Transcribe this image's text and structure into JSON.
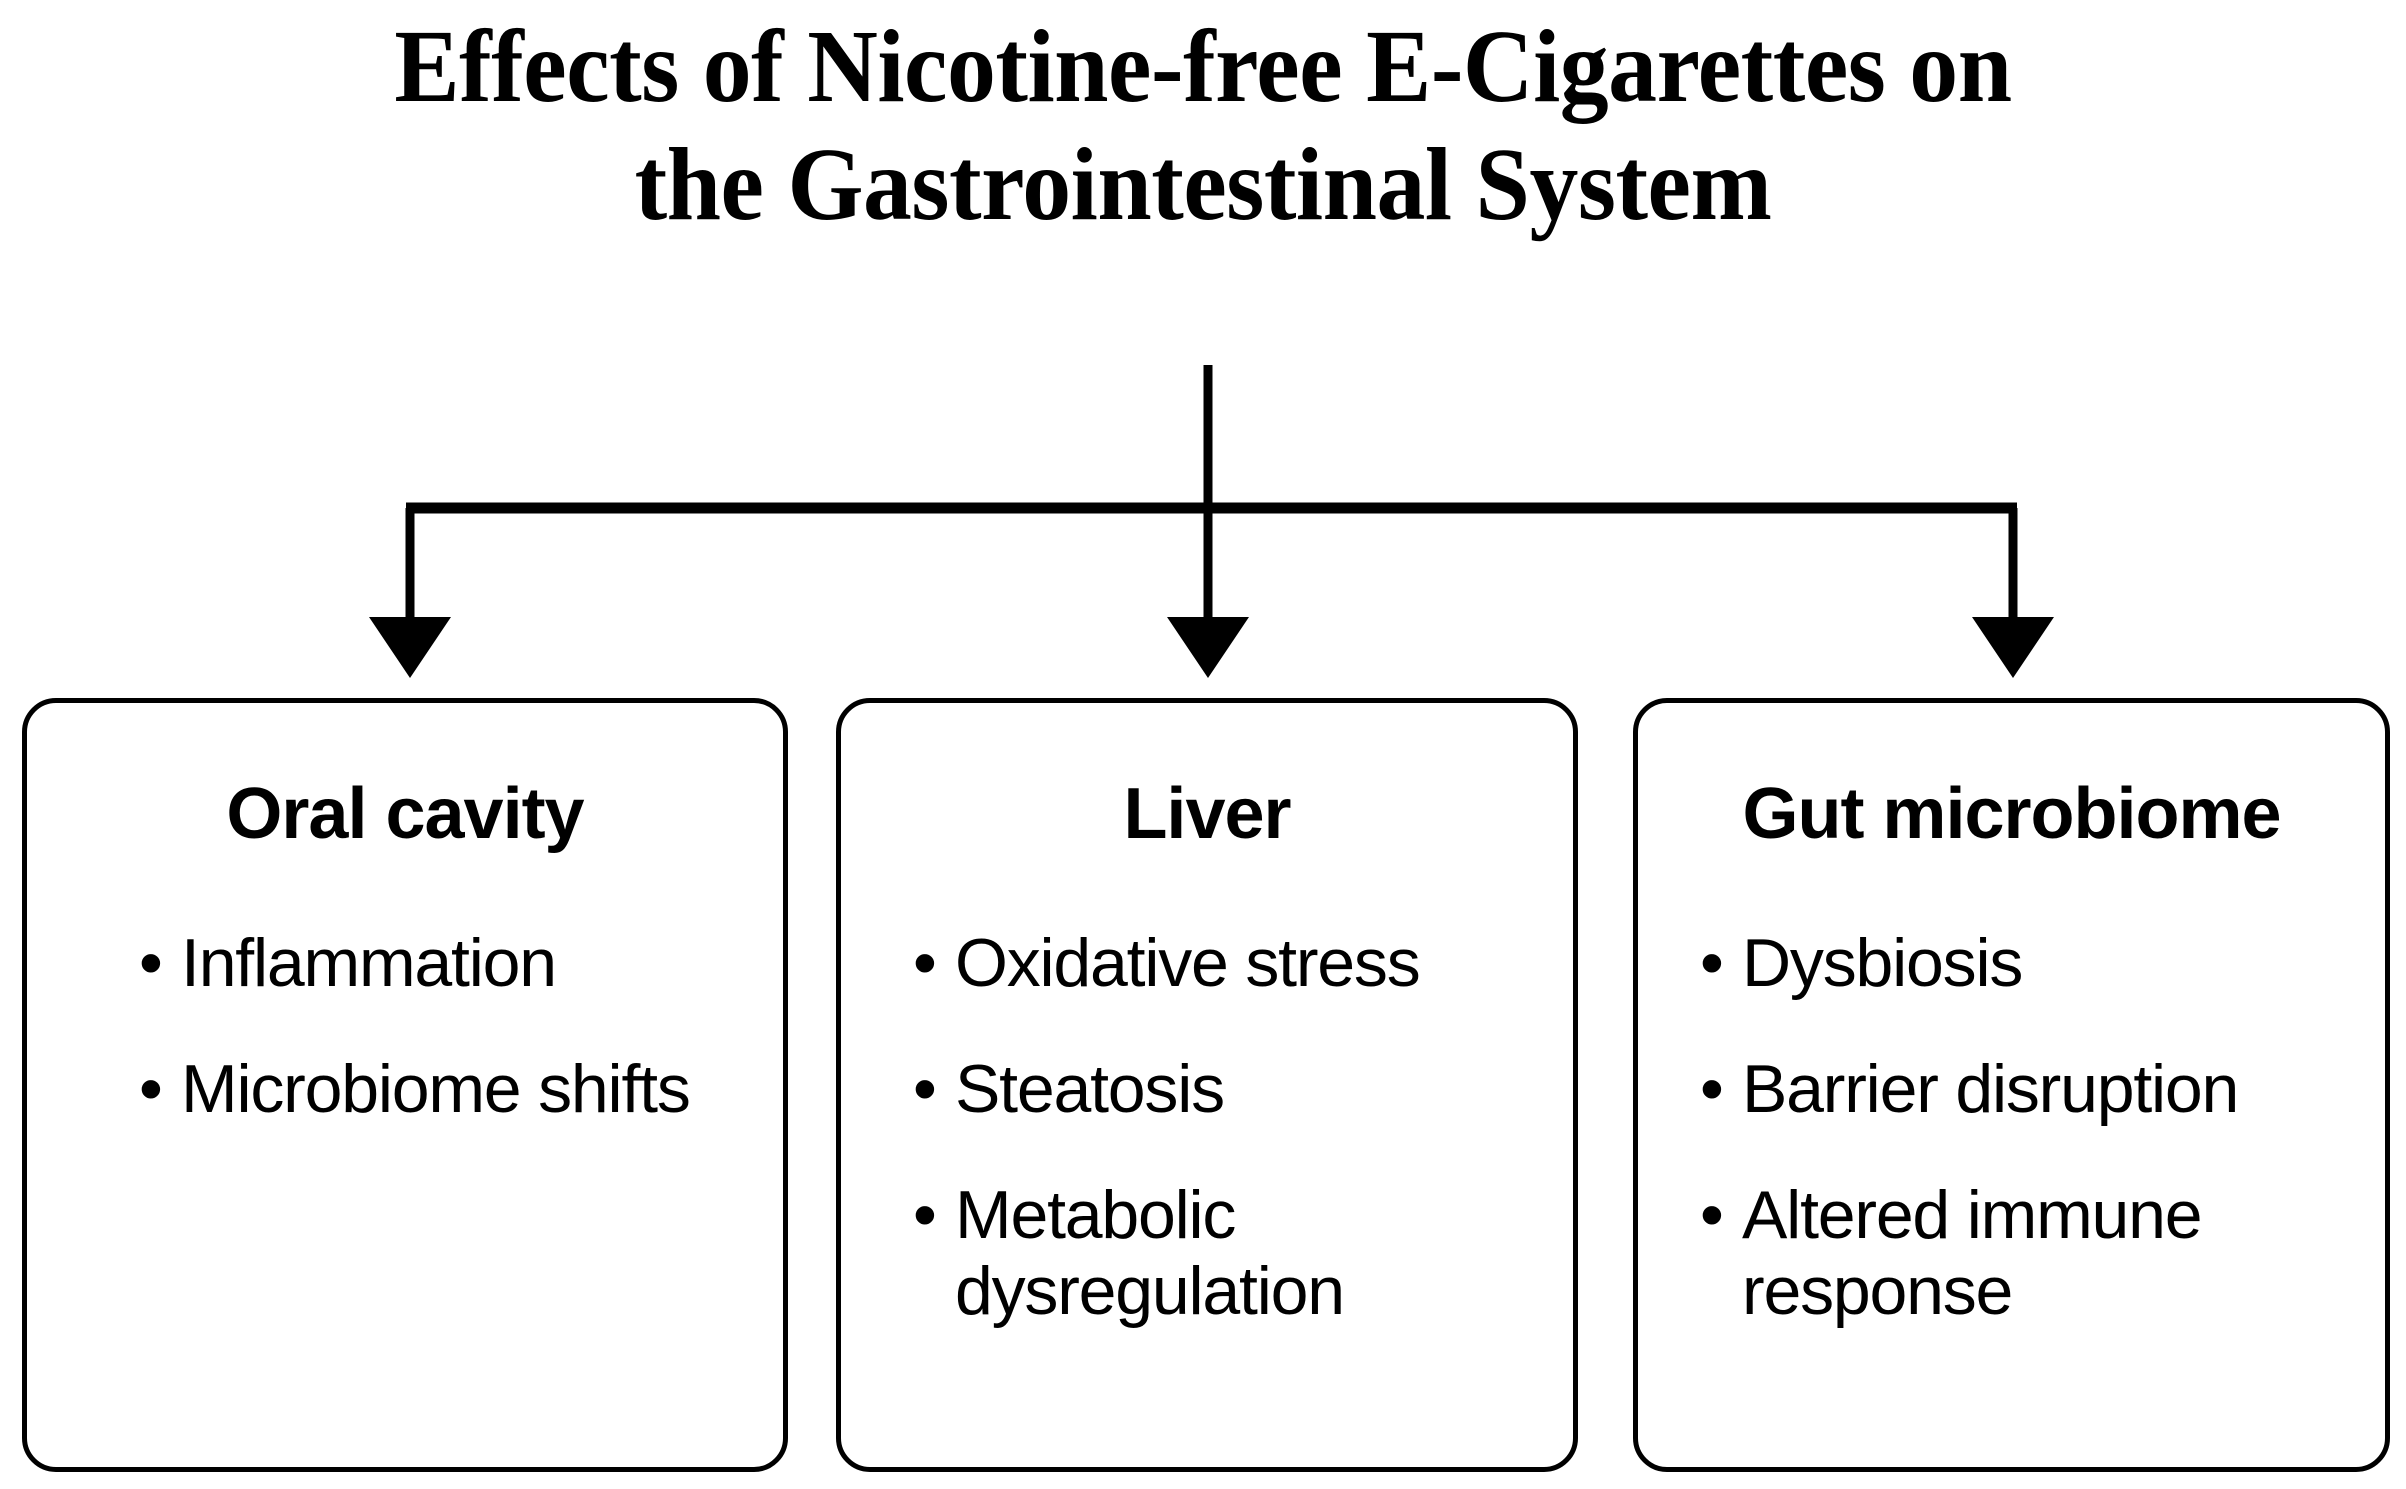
{
  "title": {
    "line1": "Effects of Nicotine-free E-Cigarettes on",
    "line2": "the Gastrointestinal System"
  },
  "colors": {
    "stroke": "#000000",
    "background": "#ffffff",
    "text": "#000000"
  },
  "diagram": {
    "type": "flowchart",
    "layout": "one-to-three-split",
    "root_label": "Effects of Nicotine-free E-Cigarettes on the Gastrointestinal System",
    "connector": {
      "style": "orthogonal-split-arrows",
      "arrow_count": 3,
      "arrowhead": "solid-triangle"
    },
    "nodes": [
      {
        "id": "oral-cavity",
        "title": "Oral cavity",
        "items": [
          "Inflammation",
          "Microbiome shifts"
        ]
      },
      {
        "id": "liver",
        "title": "Liver",
        "items": [
          "Oxidative stress",
          "Steatosis",
          "Metabolic dysregulation"
        ]
      },
      {
        "id": "gut-microbiome",
        "title": "Gut microbiome",
        "items": [
          "Dysbiosis",
          "Barrier disruption",
          "Altered immune response"
        ]
      }
    ]
  },
  "bullet_glyph": "•"
}
